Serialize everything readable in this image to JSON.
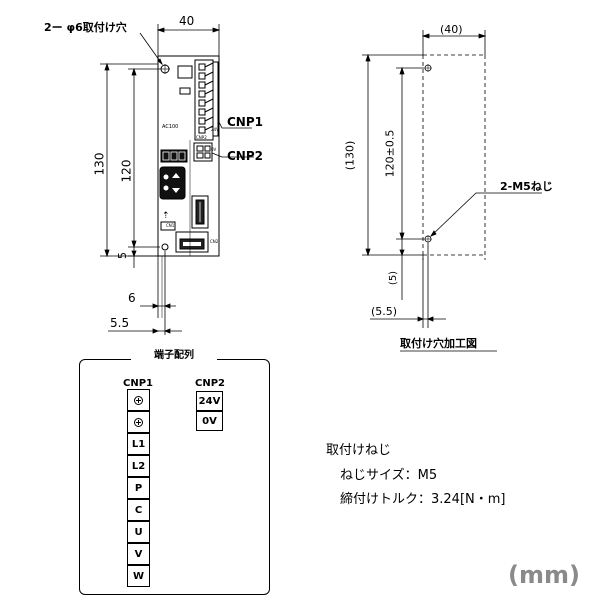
{
  "front_view": {
    "hole_label": "2ー φ6取付け穴",
    "width_dim": "40",
    "overall_height_dim": "130",
    "hole_pitch_dim": "120",
    "bottom_margin_dim": "5",
    "hole_offset_dim": "6",
    "edge_dim": "5.5",
    "connector_1": "CNP1",
    "connector_2": "CNP2",
    "device_text_top": "AC100",
    "device_text_cnp2": "CNP2",
    "device_text_cn1": "CN1",
    "device_text_cn2": "CN2",
    "device_text_24v": "24V",
    "device_text_0v": "0V"
  },
  "mounting_view": {
    "width_dim": "(40)",
    "overall_height_dim": "(130)",
    "hole_pitch_dim": "120±0.5",
    "screw_label": "2-M5ねじ",
    "bottom_margin_dim": "(5)",
    "edge_dim": "(5.5)",
    "caption": "取付け穴加工図"
  },
  "terminal_panel": {
    "title": "端子配列",
    "cnp1_header": "CNP1",
    "cnp2_header": "CNP2",
    "cnp1_terminals": [
      "⊕",
      "⊕",
      "L1",
      "L2",
      "P",
      "C",
      "U",
      "V",
      "W"
    ],
    "cnp2_terminals": [
      "24V",
      "0V"
    ]
  },
  "specs": {
    "heading": "取付けねじ",
    "screw_size": "ねじサイズ：M5",
    "torque": "締付けトルク：3.24[N・m]"
  },
  "unit_label": "(mm)"
}
